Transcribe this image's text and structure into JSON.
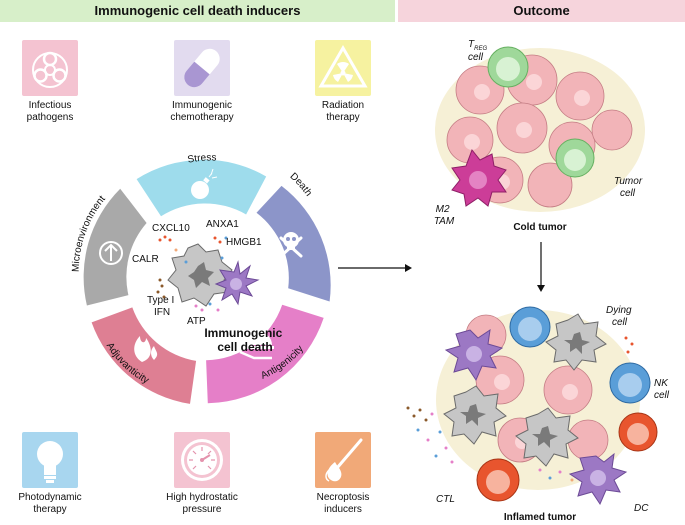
{
  "headers": {
    "inducers": "Immunogenic cell death inducers",
    "outcome": "Outcome"
  },
  "colors": {
    "header_left_bg": "#d7efc9",
    "header_right_bg": "#f6d4dc",
    "stress": "#9edcec",
    "death": "#8c95c9",
    "antigenicity": "#e57fc8",
    "adjuvanticity": "#de7f93",
    "microenvironment": "#a9a9a9",
    "tumor_cell": "#f2b4b8",
    "treg": "#9fd89a",
    "nk": "#5a9ed8",
    "ctl": "#e8552e",
    "tam": "#cc3d98",
    "dc": "#9c78c4",
    "dying_cell": "#c6c6c6"
  },
  "inducers": [
    {
      "label_lines": [
        "Infectious",
        "pathogens"
      ],
      "icon": "biohazard-icon",
      "color": "#f4c3d1"
    },
    {
      "label_lines": [
        "Immunogenic",
        "chemotherapy"
      ],
      "icon": "pill-capsule-icon",
      "color": "#e2dbef"
    },
    {
      "label_lines": [
        "Radiation",
        "therapy"
      ],
      "icon": "radiation-icon",
      "color": "#f6f2a0"
    },
    {
      "label_lines": [
        "Photodynamic",
        "therapy"
      ],
      "icon": "light-bulb-icon",
      "color": "#a8d6ef"
    },
    {
      "label_lines": [
        "High hydrostatic",
        "pressure"
      ],
      "icon": "pressure-gauge-icon",
      "color": "#f4c3d1"
    },
    {
      "label_lines": [
        "Necroptosis",
        "inducers"
      ],
      "icon": "match-flame-icon",
      "color": "#f1a978"
    }
  ],
  "wheel": {
    "segments": {
      "stress": "Stress",
      "death": "Death",
      "antigenicity": "Antigenicity",
      "adjuvanticity": "Adjuvanticity",
      "microenvironment": "Microenvironment"
    },
    "center_title_lines": [
      "Immunogenic",
      "cell death"
    ],
    "molecules": {
      "cxcl10": "CXCL10",
      "anxa1": "ANXA1",
      "hmgb1": "HMGB1",
      "calr": "CALR",
      "type1_ifn_lines": [
        "Type I",
        "IFN"
      ],
      "atp": "ATP"
    }
  },
  "outcome": {
    "cold_tumor": "Cold tumor",
    "treg_main": "T",
    "treg_sub": "REG",
    "treg_cell": "cell",
    "tumor_cell_lines": [
      "Tumor",
      "cell"
    ],
    "tam_lines": [
      "M2",
      "TAM"
    ],
    "inflamed_tumor": "Inflamed tumor",
    "dying_cell_lines": [
      "Dying",
      "cell"
    ],
    "nk_cell_lines": [
      "NK",
      "cell"
    ],
    "ctl": "CTL",
    "dc": "DC"
  }
}
